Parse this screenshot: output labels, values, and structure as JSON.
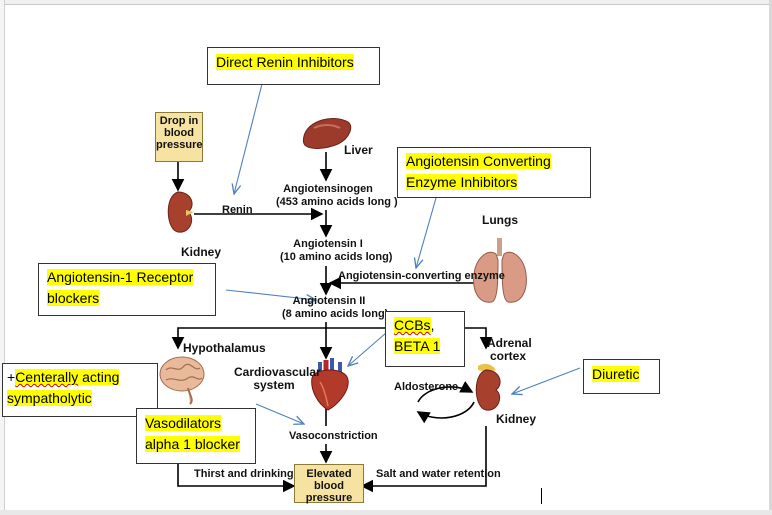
{
  "title": "",
  "nodes": {
    "drop_bp": [
      "Drop in",
      "blood",
      "pressure"
    ],
    "liver": "Liver",
    "angiotensinogen": [
      "Angiotensinogen",
      "(453 amino acids long )"
    ],
    "renin": "Renin",
    "kidney_left": "Kidney",
    "lungs": "Lungs",
    "angiotensin1": [
      "Angiotensin I",
      "(10 amino acids long)"
    ],
    "ace": "Angiotensin-converting enzyme",
    "angiotensin2": [
      "Angiotensin II",
      "(8 amino acids long)"
    ],
    "hypothalamus": "Hypothalamus",
    "cardiovascular": [
      "Cardiovascular",
      "system"
    ],
    "adrenal": [
      "Adrenal",
      "cortex"
    ],
    "aldosterone": "Aldosterone",
    "kidney_right": "Kidney",
    "vasoconstriction": "Vasoconstriction",
    "thirst": "Thirst and drinking",
    "salt": "Salt and water retention",
    "elevated_bp": [
      "Elevated blood",
      "pressure"
    ]
  },
  "notes": {
    "direct_renin": "Direct Renin Inhibitors",
    "ace_inhibitors": [
      "Angiotensin  Converting",
      "Enzyme  Inhibitors"
    ],
    "at1_blockers": [
      "Angiotensin-1  Receptor",
      "blockers"
    ],
    "ccbs": [
      "CCBs",
      ",",
      "BETA 1"
    ],
    "central": [
      "+",
      "Centerally",
      " acting",
      "sympatholytic"
    ],
    "vasodilators": [
      "Vasodilators",
      "alpha 1 blocker"
    ],
    "diuretic": "Diuretic"
  },
  "colors": {
    "highlight": "#ffff00",
    "label_box": "#f6e3a1",
    "arrow_blue": "#4f81bd",
    "flow_line": "#000000"
  }
}
